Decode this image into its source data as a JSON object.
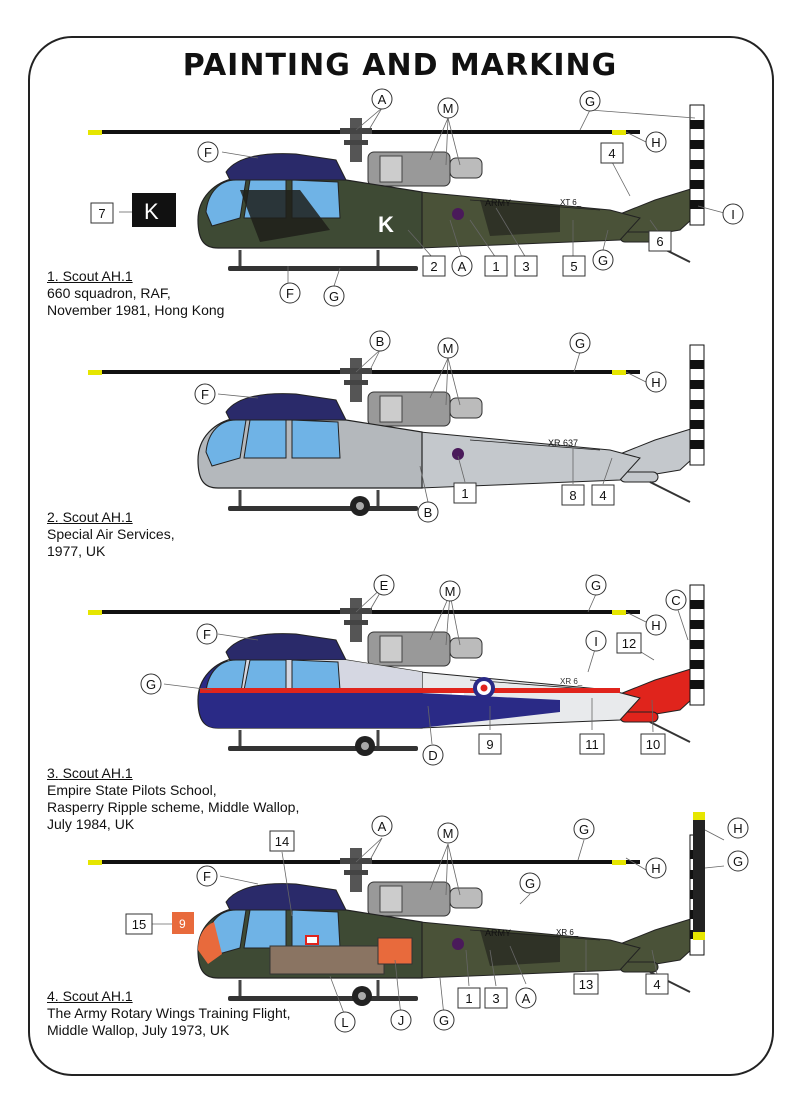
{
  "title": "PAINTING AND MARKING",
  "variants": [
    {
      "number": "1.",
      "name": "Scout AH.1",
      "lines": [
        "660 squadron, RAF,",
        "November 1981, Hong Kong"
      ],
      "codes": [
        "ARMY",
        "XT 6_",
        "K"
      ],
      "callouts": [
        "A",
        "M",
        "G",
        "F",
        "H",
        "4",
        "7",
        "K",
        "I",
        "6",
        "2",
        "A",
        "1",
        "3",
        "5",
        "G",
        "F",
        "G"
      ]
    },
    {
      "number": "2.",
      "name": "Scout AH.1",
      "lines": [
        "Special Air Services,",
        "1977, UK"
      ],
      "codes": [
        "XR 637"
      ],
      "callouts": [
        "B",
        "M",
        "G",
        "F",
        "H",
        "1",
        "8",
        "4",
        "B"
      ]
    },
    {
      "number": "3.",
      "name": "Scout AH.1",
      "lines": [
        "Empire State Pilots School,",
        "Rasperry Ripple scheme, Middle Wallop,",
        "July 1984, UK"
      ],
      "codes": [
        "XR 6_"
      ],
      "callouts": [
        "E",
        "M",
        "G",
        "C",
        "F",
        "H",
        "I",
        "12",
        "G",
        "9",
        "11",
        "10",
        "D"
      ]
    },
    {
      "number": "4.",
      "name": "Scout AH.1",
      "lines": [
        "The Army Rotary Wings Training Flight,",
        "Middle Wallop, July 1973, UK"
      ],
      "codes": [
        "ARMY",
        "XR 6_",
        "9"
      ],
      "callouts": [
        "14",
        "A",
        "M",
        "G",
        "H",
        "G",
        "F",
        "H",
        "G",
        "15",
        "13",
        "4",
        "1",
        "3",
        "A",
        "L",
        "J",
        "G"
      ]
    }
  ],
  "colors": {
    "dark_green": "#3e4a34",
    "black": "#1e1e1a",
    "canopy": "#6fb3e6",
    "light_grey": "#b4b8bc",
    "blue": "#2a2a86",
    "red": "#e0241c",
    "orange": "#e86a3c",
    "brown": "#8a7462"
  }
}
